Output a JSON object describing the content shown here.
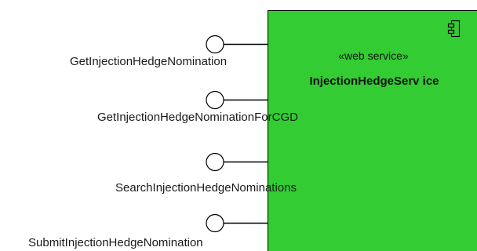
{
  "component": {
    "stereotype": "«web service»",
    "name": "InjectionHedgeServ ice",
    "fill_color": "#33cc33",
    "icon": "component-icon"
  },
  "interfaces": [
    {
      "label": "GetInjectionHedgeNomination"
    },
    {
      "label": "GetInjectionHedgeNominationForCGD"
    },
    {
      "label": "SearchInjectionHedgeNominations"
    },
    {
      "label": "SubmitInjectionHedgeNomination"
    }
  ]
}
